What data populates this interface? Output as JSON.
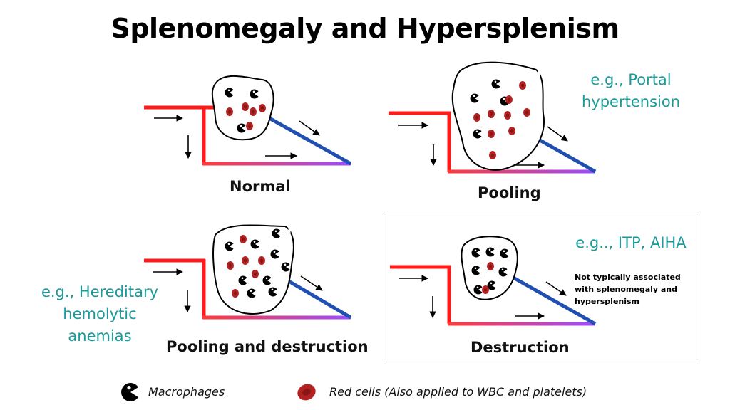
{
  "title": "Splenomegaly and Hypersplenism",
  "panels": {
    "normal": {
      "label": "Normal"
    },
    "pooling": {
      "label": "Pooling",
      "example_line1": "e.g., Portal",
      "example_line2": "hypertension"
    },
    "pooling_destruction": {
      "label": "Pooling and destruction",
      "example_line1": "e.g., Hereditary",
      "example_line2": "hemolytic",
      "example_line3": "anemias"
    },
    "destruction": {
      "label": "Destruction",
      "example": "e.g.., ITP, AIHA",
      "note_line1": "Not typically associated",
      "note_line2": "with splenomegaly and",
      "note_line3": "hypersplenism"
    }
  },
  "legend": {
    "macrophages": "Macrophages",
    "red_cells": "Red cells (Also applied to WBC and platelets)",
    "macrophage_icon": "macrophage-icon",
    "red_cell_icon": "red-cell-icon"
  },
  "colors": {
    "artery": "#ff1a1a",
    "vein": "#1f4fb0",
    "gradient_end": "#9b4dff",
    "red_cell": "#b22222",
    "example_text": "#1a9a9a"
  }
}
